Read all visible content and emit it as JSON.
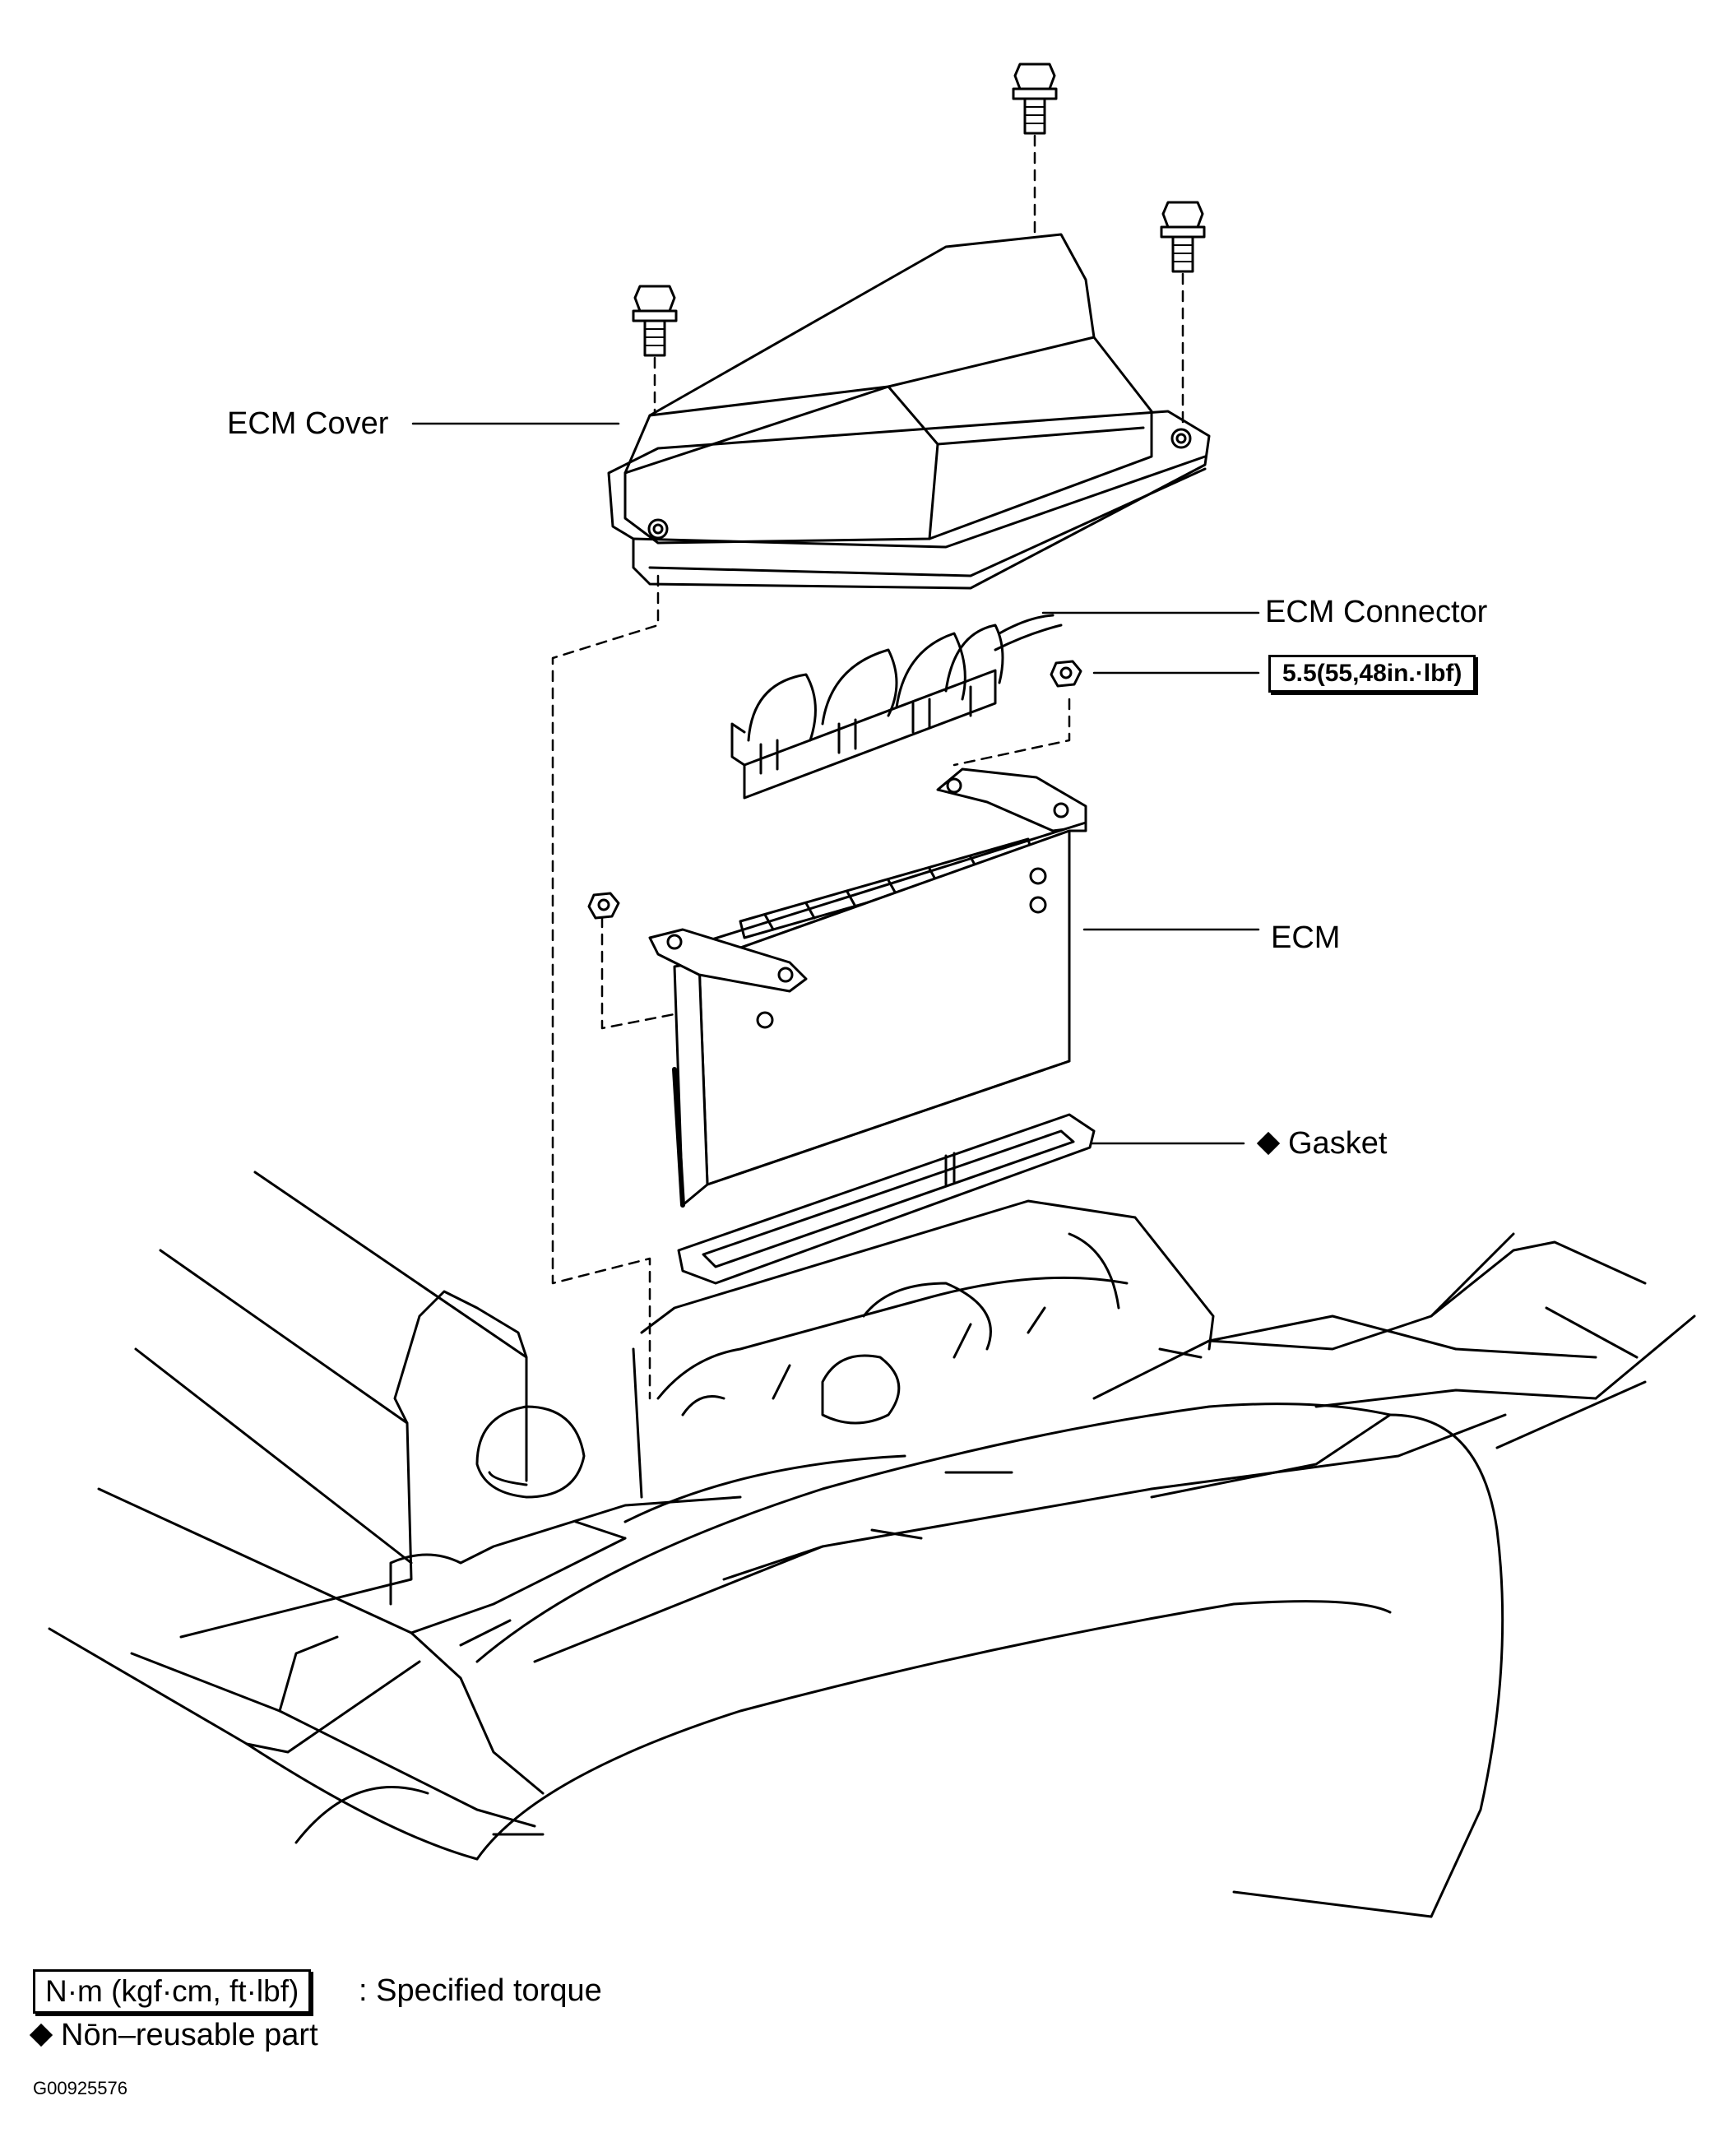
{
  "labels": {
    "ecm_cover": "ECM Cover",
    "ecm_connector": "ECM Connector",
    "torque_value": "5.5(55,48in.·lbf)",
    "ecm": "ECM",
    "gasket": "Gasket"
  },
  "legend": {
    "torque_unit": "N·m (kgf·cm, ft·lbf)",
    "torque_desc": ": Specified torque",
    "nonreusable": "Nōn–reusable part"
  },
  "figure_id": "G00925576",
  "icons": {
    "nonreusable_marker": "diamond-icon"
  },
  "colors": {
    "ink": "#000000",
    "paper": "#ffffff"
  }
}
